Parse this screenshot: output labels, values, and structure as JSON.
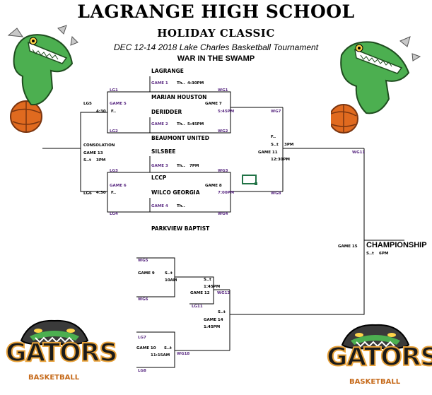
{
  "header": {
    "title": "LAGRANGE HIGH SCHOOL",
    "subtitle": "HOLIDAY CLASSIC",
    "tournament": "DEC 12-14 2018 Lake Charles Basketball Tournament",
    "theme": "WAR IN THE SWAMP"
  },
  "logos": {
    "gators_text": "GATORS",
    "basketball_text": "BASKETBALL"
  },
  "teams": {
    "lagrange": "LAGRANGE",
    "marian_houston": "MARIAN HOUSTON",
    "deridder": "DERIDDER",
    "beaumont_united": "BEAUMONT UNITED",
    "silsbee": "SILSBEE",
    "lccp": "LCCP",
    "wilco_georgia": "WILCO GEORGIA",
    "parkview_baptist": "PARKVIEW BAPTIST"
  },
  "games": {
    "g1": "GAME 1",
    "g1_day": "Th..",
    "g1_time": "4:30PM",
    "g2": "GAME 2",
    "g2_day": "Th..",
    "g2_time": "5:45PM",
    "g3": "GAME 3",
    "g3_day": "Th..",
    "g3_time": "7PM",
    "g4": "GAME 4",
    "g4_day": "Th..",
    "g5": "GAME 5",
    "g5_time": "4:30",
    "g5_day": "F..",
    "g6": "GAME 6",
    "g6_time": "4:30",
    "g6_day": "F..",
    "g7": "GAME 7",
    "g7_time": "5:45PM",
    "g8": "GAME 8",
    "g8_time": "7:00PM",
    "g9": "GAME 9",
    "g9_day": "S..t",
    "g9_time": "10AM",
    "g10": "GAME 10",
    "g10_day": "S..t",
    "g10_time": "11:15AM",
    "g11": "GAME 11",
    "g11_day": "S..t",
    "g11_time": "3PM",
    "g11_time2": "12:30PM",
    "g12": "GAME 12",
    "g12_day": "S..t",
    "g12_time": "1:45PM",
    "g13": "GAME 13",
    "g13_day": "S..t",
    "g13_time": "3PM",
    "g14": "GAME 14",
    "g14_day": "S..t",
    "g14_time": "1:45PM",
    "g15": "GAME 15",
    "g15_day": "S..t",
    "g15_time": "6PM",
    "f_short": "F..",
    "consolation": "CONSOLATION",
    "championship": "CHAMPIONSHIP"
  },
  "codes": {
    "lg1": "LG1",
    "lg2": "LG2",
    "lg3": "LG3",
    "lg4": "LG4",
    "lg5": "LG5",
    "lg6": "LG6",
    "lg7": "LG7",
    "lg8": "LG8",
    "lg11": "LG11",
    "wg1": "WG1",
    "wg2": "WG2",
    "wg3": "WG3",
    "wg4": "WG4",
    "wg5": "WG5",
    "wg6": "WG6",
    "wg7": "WG7",
    "wg8": "WG8",
    "wg11": "WG11",
    "wg12": "WG12",
    "wg18": "WG18"
  },
  "colors": {
    "purple_label": "#5a2a82",
    "selected_cell": "#217346",
    "gator_green": "#4caf50",
    "basketball_orange": "#e06a1f"
  }
}
